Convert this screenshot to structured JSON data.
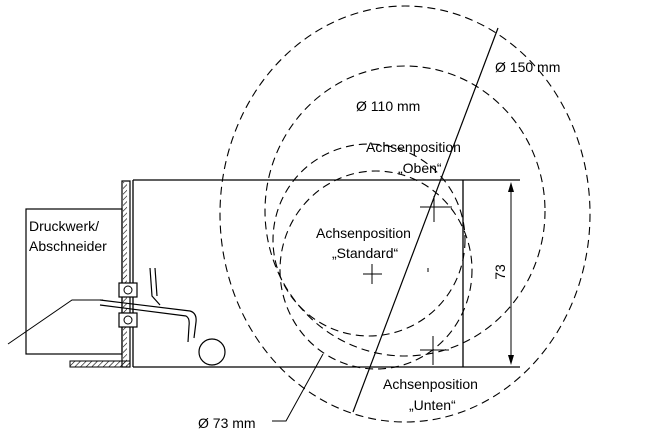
{
  "diagram": {
    "labels": {
      "d150": "Ø 150 mm",
      "d110": "Ø 110 mm",
      "d73": "Ø 73 mm",
      "oben_line1": "Achsenposition",
      "oben_line2": "„Oben“",
      "standard_line1": "Achsenposition",
      "standard_line2": "„Standard“",
      "unten_line1": "Achsenposition",
      "unten_line2": "„Unten“",
      "druckwerk_line1": "Druckwerk/",
      "druckwerk_line2": "Abschneider",
      "dim73": "73"
    }
  }
}
